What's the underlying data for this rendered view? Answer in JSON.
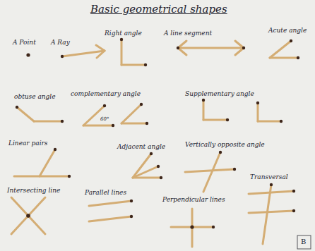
{
  "diagram": {
    "title": "Basic geometrical shapes",
    "labels": [
      "A Point",
      "A Ray",
      "Right angle",
      "A line segment",
      "Acute angle",
      "obtuse angle",
      "complementary angle",
      "60°",
      "Supplementary angle",
      "Linear pairs",
      "Adjacent angle",
      "Vertically opposite angle",
      "Intersecting line",
      "Parallel lines",
      "Perpendicular lines",
      "Transversal",
      "B"
    ]
  }
}
